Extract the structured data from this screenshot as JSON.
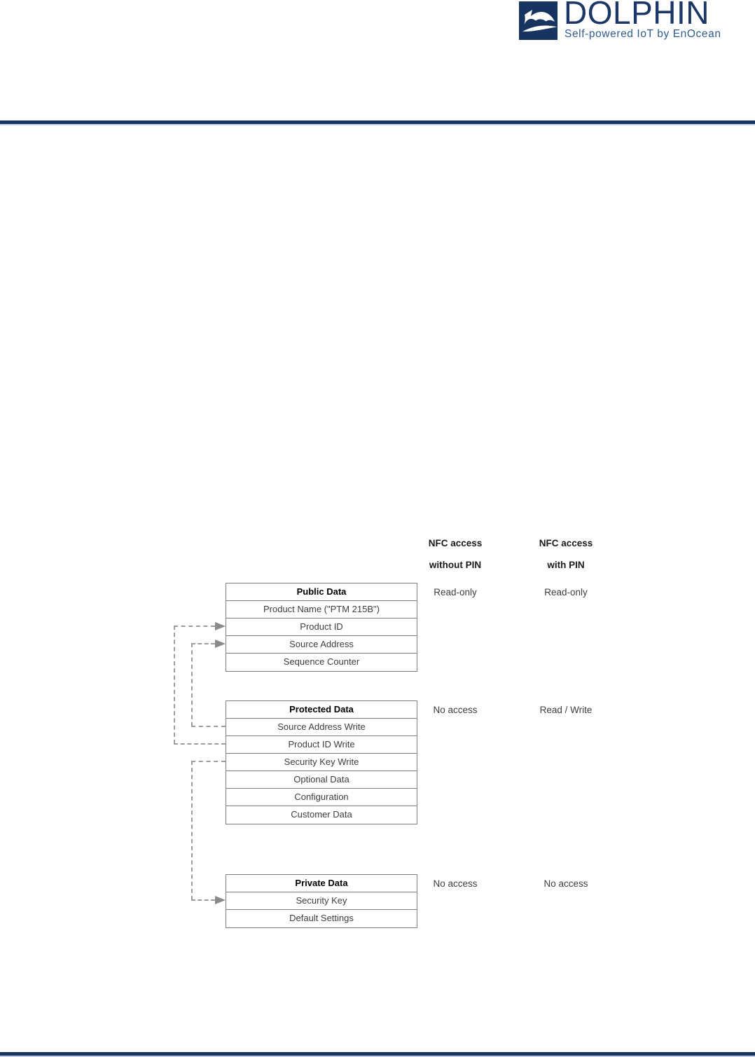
{
  "logo": {
    "brand": "DOLPHIN",
    "tagline": "Self-powered IoT by EnOcean",
    "icon": "dolphin-icon",
    "navy": "#17335f",
    "tagline_blue": "#2f5c8e"
  },
  "diagram": {
    "columns": [
      {
        "line1": "NFC access",
        "line2": "without PIN"
      },
      {
        "line1": "NFC access",
        "line2": "with PIN"
      }
    ],
    "groups": [
      {
        "title": "Public Data",
        "rows": [
          "Product Name (\"PTM 215B\")",
          "Product ID",
          "Source Address",
          "Sequence Counter"
        ],
        "access_without_pin": "Read-only",
        "access_with_pin": "Read-only"
      },
      {
        "title": "Protected Data",
        "rows": [
          "Source Address Write",
          "Product ID Write",
          "Security Key Write",
          "Optional Data",
          "Configuration",
          "Customer Data"
        ],
        "access_without_pin": "No access",
        "access_with_pin": "Read / Write"
      },
      {
        "title": "Private Data",
        "rows": [
          "Security Key",
          "Default Settings"
        ],
        "access_without_pin": "No access",
        "access_with_pin": "No access"
      }
    ],
    "connectors": [
      {
        "from": "Product ID Write",
        "to": "Product ID"
      },
      {
        "from": "Source Address Write",
        "to": "Source Address"
      },
      {
        "from": "Security Key Write",
        "to": "Security Key"
      }
    ],
    "colors": {
      "box_border": "#7f7f7f",
      "dashed_line": "#9c9c9c",
      "arrow": "#8a8a8a",
      "rule_navy": "#17335f"
    }
  }
}
